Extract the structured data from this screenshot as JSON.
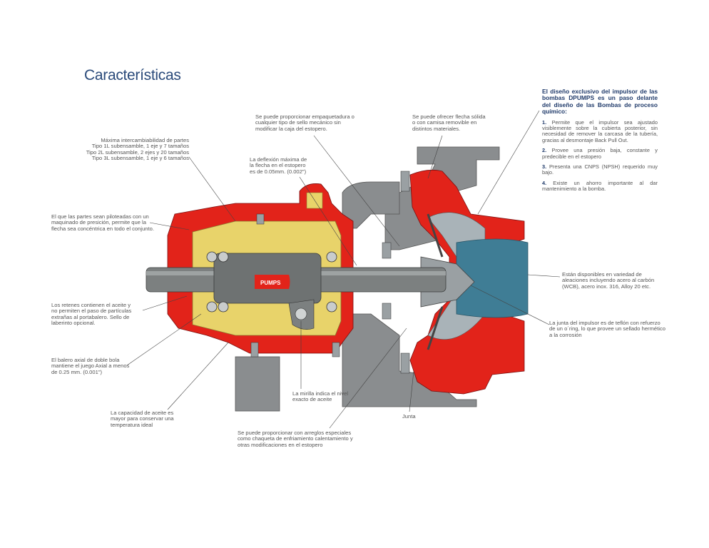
{
  "title": "Características",
  "panel": {
    "heading": "El diseño exclusivo del impulsor de las bombas DPUMPS es un paso delante del diseño de las Bombas de proceso químico:",
    "items": [
      {
        "num": "1.",
        "text": "Permite que el impulsor sea ajustado visiblemente sobre la cubierta posterior, sin necesidad de remover la carcasa de la tubería, gracias al desmontaje Back Pull Out."
      },
      {
        "num": "2.",
        "text": "Provee una presión baja, constante y predecible en el estopero"
      },
      {
        "num": "3.",
        "text": "Presenta una CNPS (NPSH) requerido muy bajo."
      },
      {
        "num": "4.",
        "text": "Existe un ahorro importante al dar mantenimiento a la bomba."
      }
    ]
  },
  "callouts": {
    "intercambiabilidad": "Máxima intercambiabilidad de partes\nTipo 1L subensamble, 1 eje y 7 tamaños\nTipo 2L subensamble, 2 ejes y 20 tamaños\nTipo 3L subensamble, 1 eje y 6 tamaños",
    "empaquetadura": "Se puede proporcionar empaquetadura o\ncualquier tipo de sello mecánico sin\nmodificar la caja del estopero.",
    "flecha_solida": "Se puede ofrecer flecha sólida\no con camisa removible en\ndistintos materiales.",
    "deflexion": "La deflexión máxima de\nla flecha en el estopero\nes de 0.05mm. (0.002\")",
    "piloteadas": "El que las partes sean piloteadas con un\nmaquinado de presición, permite que la\nflecha sea concéntrica en todo el conjunto.",
    "retenes": "Los retenes contienen el aceite y\nno permiten el paso de partículas\nextrañas al portabalero. Sello de\nlaberinto opcional.",
    "balero": "El balero axial de doble bola\nmantiene el juego Axial a menos\nde 0.25 mm. (0.001\")",
    "capacidad": "La capacidad de aceite es\nmayor para conservar una\ntemperatura ideal",
    "mirilla": "La mirilla indica el nivel\nexacto de aceite",
    "enfriamiento": "Se puede proporcionar con arreglos especiales\ncomo chaqueta de enfriamiento calentamiento y\notras modificaciones en el estopero",
    "junta": "Junta",
    "aleaciones": "Están disponibles en variedad de\naleaciones incluyendo acero al carbón\n(WCB), acero inox. 316, Alloy 20 etc.",
    "teflon": "La junta del impulsor es de teflón con refuerzo\nde un o´ring, lo que provee un sellado hermético\na la corrosión"
  },
  "logo_text": "PUMPS",
  "colors": {
    "casing": "#e2231a",
    "oil": "#e8d36a",
    "shaft": "#7c8080",
    "steel": "#8a8d8f",
    "fluid": "#3f7d95",
    "title": "#2a4a7a"
  }
}
